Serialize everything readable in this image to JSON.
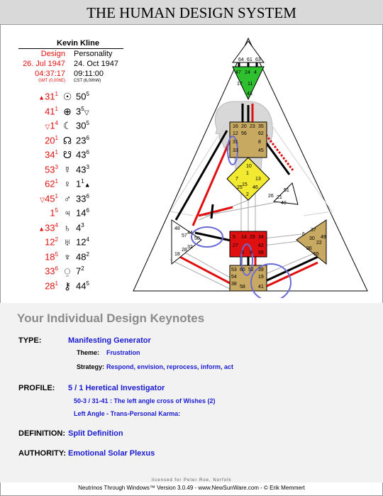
{
  "title": "THE HUMAN DESIGN SYSTEM",
  "person": {
    "name": "Kevin Kline",
    "design_label": "Design",
    "design_date": "26. Jul 1947",
    "design_time": "04:37:17",
    "design_tz": "GMT (0,00hE)",
    "personality_label": "Personality",
    "personality_date": "24. Oct 1947",
    "personality_time": "09:11:00",
    "personality_tz": "CST (6,00hW)"
  },
  "planets": [
    {
      "dmark": "▲",
      "dg": "31",
      "dl": "1",
      "sym": "☉",
      "name": "sun-icon",
      "pg": "50",
      "pl": "5",
      "pmark": ""
    },
    {
      "dmark": "",
      "dg": "41",
      "dl": "1",
      "sym": "⊕",
      "name": "earth-icon",
      "pg": "3",
      "pl": "5",
      "pmark": "▽"
    },
    {
      "dmark": "▽",
      "dg": "1",
      "dl": "4",
      "sym": "☾",
      "name": "moon-icon",
      "pg": "30",
      "pl": "5",
      "pmark": ""
    },
    {
      "dmark": "",
      "dg": "20",
      "dl": "1",
      "sym": "☊",
      "name": "north-node-icon",
      "pg": "23",
      "pl": "6",
      "pmark": ""
    },
    {
      "dmark": "",
      "dg": "34",
      "dl": "1",
      "sym": "☋",
      "name": "south-node-icon",
      "pg": "43",
      "pl": "6",
      "pmark": ""
    },
    {
      "dmark": "",
      "dg": "53",
      "dl": "3",
      "sym": "☿",
      "name": "mercury-icon",
      "pg": "43",
      "pl": "3",
      "pmark": ""
    },
    {
      "dmark": "",
      "dg": "62",
      "dl": "1",
      "sym": "♀",
      "name": "venus-icon",
      "pg": "1",
      "pl": "1",
      "pmark": "▲"
    },
    {
      "dmark": "▽",
      "dg": "45",
      "dl": "1",
      "sym": "♂",
      "name": "mars-icon",
      "pg": "33",
      "pl": "6",
      "pmark": ""
    },
    {
      "dmark": "",
      "dg": "1",
      "dl": "5",
      "sym": "♃",
      "name": "jupiter-icon",
      "pg": "14",
      "pl": "6",
      "pmark": ""
    },
    {
      "dmark": "▲",
      "dg": "33",
      "dl": "4",
      "sym": "♄",
      "name": "saturn-icon",
      "pg": "4",
      "pl": "3",
      "pmark": ""
    },
    {
      "dmark": "",
      "dg": "12",
      "dl": "2",
      "sym": "♅",
      "name": "uranus-icon",
      "pg": "12",
      "pl": "4",
      "pmark": ""
    },
    {
      "dmark": "",
      "dg": "18",
      "dl": "5",
      "sym": "♆",
      "name": "neptune-icon",
      "pg": "48",
      "pl": "2",
      "pmark": ""
    },
    {
      "dmark": "",
      "dg": "33",
      "dl": "6",
      "sym": "⍜",
      "name": "pluto-icon",
      "pg": "7",
      "pl": "2",
      "pmark": ""
    },
    {
      "dmark": "",
      "dg": "28",
      "dl": "1",
      "sym": "⚷",
      "name": "chiron-icon",
      "pg": "44",
      "pl": "5",
      "pmark": ""
    }
  ],
  "centers": {
    "head": [
      "64",
      "61",
      "63"
    ],
    "ajna": [
      "47",
      "24",
      "4",
      "17",
      "11",
      "43"
    ],
    "throat": [
      "16",
      "20",
      "23",
      "35",
      "12",
      "62",
      "56",
      "31",
      "8",
      "33",
      "45"
    ],
    "g": [
      "10",
      "1",
      "7",
      "13",
      "25",
      "46",
      "2",
      "15"
    ],
    "ego": [
      "21",
      "51",
      "26",
      "40"
    ],
    "spleen": [
      "48",
      "57",
      "44",
      "50",
      "32",
      "28",
      "18"
    ],
    "sacral": [
      "5",
      "14",
      "29",
      "34",
      "27",
      "42",
      "3",
      "9",
      "59"
    ],
    "solar": [
      "6",
      "37",
      "22",
      "36",
      "30",
      "49",
      "55"
    ],
    "root": [
      "53",
      "60",
      "52",
      "54",
      "19",
      "38",
      "39",
      "58",
      "41"
    ]
  },
  "colors": {
    "design": "#e01010",
    "personality": "#000000",
    "defined": "#c8a962",
    "keynote_value": "#1a1ad0"
  },
  "keynotes": {
    "title": "Your Individual Design Keynotes",
    "type_label": "TYPE:",
    "type_value": "Manifesting Generator",
    "theme_label": "Theme:",
    "theme_value": "Frustration",
    "strategy_label": "Strategy:",
    "strategy_value": "Respond, envision, reprocess, inform, act",
    "profile_label": "PROFILE:",
    "profile_value": "5 / 1   Heretical Investigator",
    "cross": "50-3 / 31-41 :  The left angle cross of Wishes (2)",
    "angle": "Left Angle - Trans-Personal Karma:",
    "definition_label": "DEFINITION:",
    "definition_value": "Split Definition",
    "authority_label": "AUTHORITY:",
    "authority_value": "Emotional Solar Plexus"
  },
  "footer": {
    "license": "licensed for Peter Roe, Norfolk",
    "credit": "Neutrinos Through Windows™ Version 3.0.49 - www.NewSunWare.com - © Erik Memmert"
  }
}
